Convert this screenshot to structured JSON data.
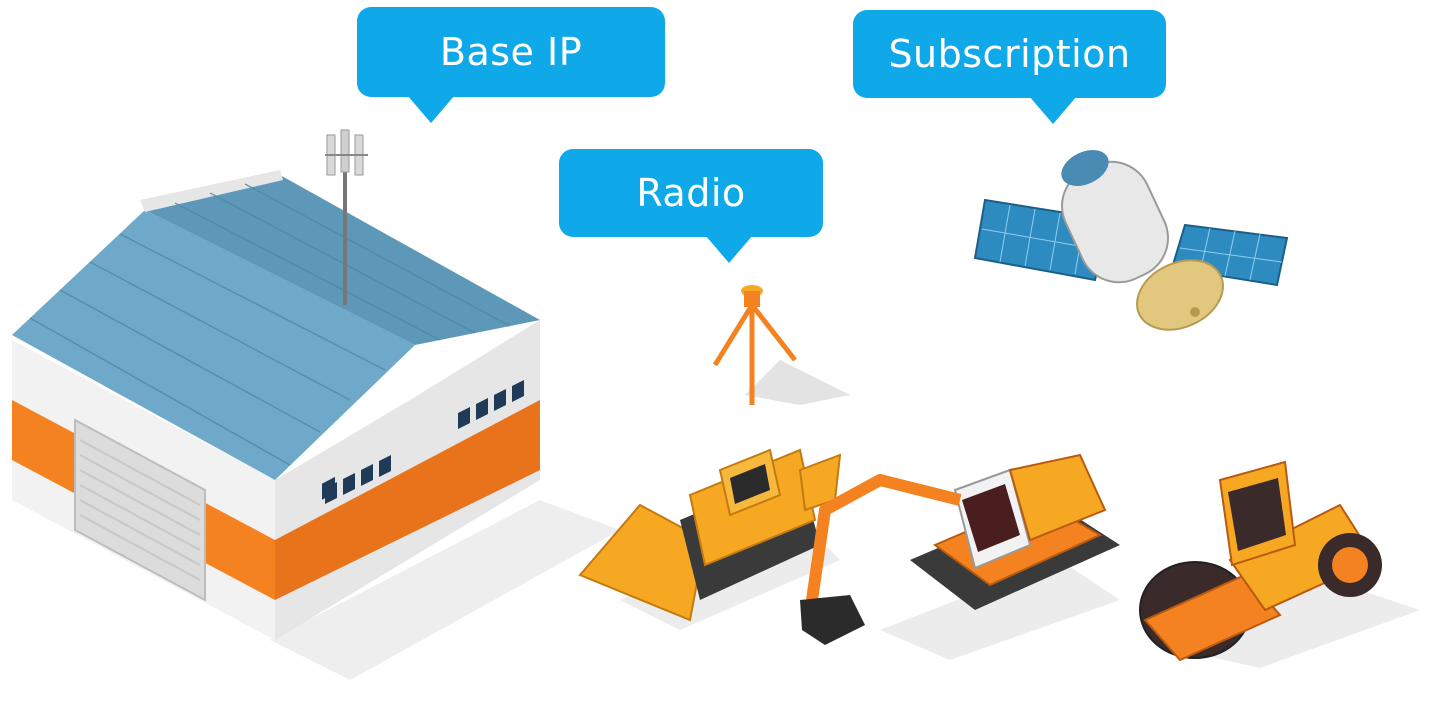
{
  "labels": {
    "base_ip": "Base IP",
    "radio": "Radio",
    "subscription": "Subscription"
  },
  "colors": {
    "bubble": "#0fa9ea",
    "roof": "#6fa9c9",
    "stripe": "#f58220",
    "machine": "#f7a823"
  },
  "icons": [
    "warehouse-illustration",
    "cell-antenna-icon",
    "gnss-tripod-icon",
    "satellite-icon",
    "bulldozer-illustration",
    "excavator-illustration",
    "road-roller-illustration"
  ]
}
